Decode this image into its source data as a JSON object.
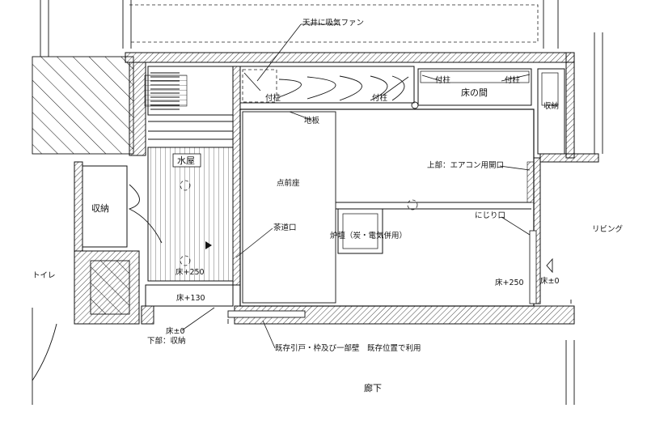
{
  "labels": {
    "ceiling_fan": "天井に吸気ファン",
    "tsukebashira_left": "付柱",
    "tsukebashira_mid": "付柱",
    "tsukebashira_top": "付柱",
    "tsukebashira_right": "付柱",
    "tokonoma": "床の間",
    "storage_right": "収納",
    "floorboard": "地板",
    "mizuya": "水屋",
    "storage_left": "収納",
    "temaeza": "点前座",
    "aircon_opening": "上部：エアコン用開口",
    "living": "リビング",
    "sadouguchi": "茶道口",
    "nijiriguchi": "にじり口",
    "ro": "炉壇（炭・電気併用）",
    "toilet": "トイレ",
    "floor_plus250_left": "床+250",
    "floor_plus250_right": "床+250",
    "floor_plus130": "床+130",
    "floor_pm0_right": "床±0",
    "floor_pm0_left": "床±0",
    "lower_storage": "下部：収納",
    "existing_door_note": "既存引戸・枠及び一部壁　既存位置で利用",
    "corridor": "廊下"
  }
}
